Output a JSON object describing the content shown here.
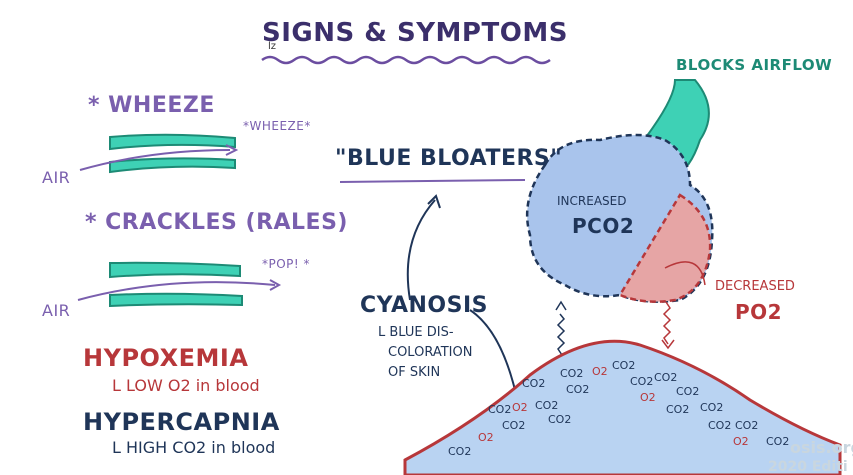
{
  "title": "SIGNS & SYMPTOMS",
  "small_mark": "lz",
  "wheeze": {
    "heading": "* WHEEZE",
    "air_label": "AIR",
    "sound_label": "*WHEEZE*"
  },
  "crackles": {
    "heading": "* CRACKLES (RALES)",
    "air_label": "AIR",
    "sound_label": "*POP! *"
  },
  "hypoxemia": {
    "term": "HYPOXEMIA",
    "definition": "L LOW O2 in blood"
  },
  "hypercapnia": {
    "term": "HYPERCAPNIA",
    "definition": "L HIGH CO2 in blood"
  },
  "blue_bloaters": "\"BLUE BLOATERS\"",
  "cyanosis": {
    "term": "CYANOSIS",
    "definition_lines": [
      "L BLUE DIS-",
      "COLORATION",
      "OF SKIN"
    ]
  },
  "alveolus": {
    "blocks_airflow": "BLOCKS AIRFLOW",
    "increased_line1": "INCREASED",
    "increased_line2": "PCO2",
    "decreased_line1": "DECREASED",
    "decreased_line2": "PO2"
  },
  "vessel_labels": [
    "CO2",
    "CO2",
    "O2",
    "CO2",
    "CO2",
    "O2",
    "CO2",
    "CO2",
    "CO2",
    "CO2",
    "O2",
    "CO2",
    "CO2",
    "CO2",
    "O2",
    "CO2",
    "CO2",
    "CO2",
    "CO2",
    "CO2",
    "O2",
    "CO2"
  ],
  "watermark": {
    "line1": "osis.org",
    "line2": "2020 Editi"
  },
  "colors": {
    "title": "#3b2f6b",
    "purple": "#7a5fae",
    "navy": "#1f3558",
    "red": "#b7373a",
    "teal": "#1d8a75",
    "teal_fill": "#3ed1b5",
    "blue_fill": "#a9c4ec",
    "red_fill": "#e6a5a5"
  }
}
